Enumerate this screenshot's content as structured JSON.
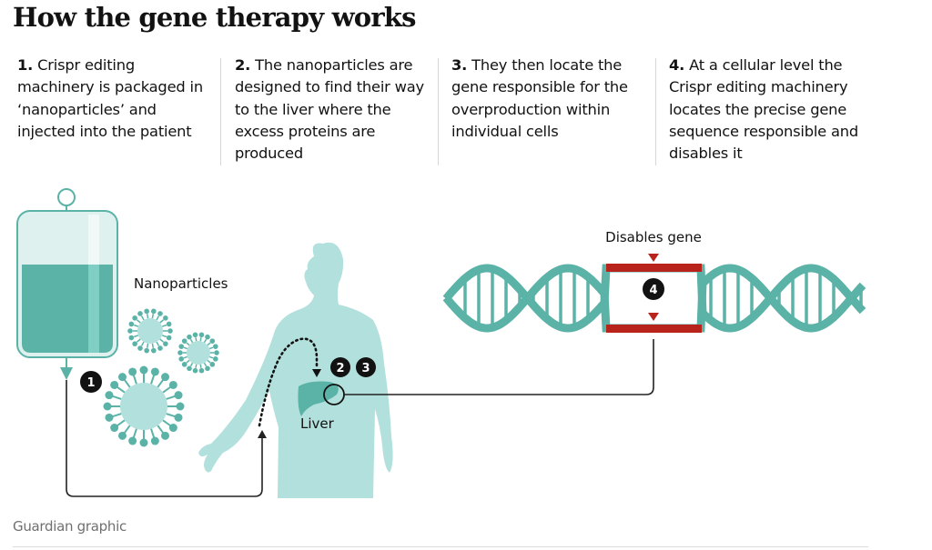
{
  "title": "How the gene therapy works",
  "steps": [
    {
      "num": "1.",
      "text": " Crispr editing machinery is packaged in ‘nanoparticles’ and injected into the patient"
    },
    {
      "num": "2.",
      "text": " The nanoparticles are designed to find their way to the liver where the excess proteins are produced"
    },
    {
      "num": "3.",
      "text": " They then locate the gene responsible for the overproduction within individual cells"
    },
    {
      "num": "4.",
      "text": " At a cellular level the Crispr editing machinery locates the precise gene sequence responsible and disables it"
    }
  ],
  "illustration": {
    "nanoparticles_label": "Nanoparticles",
    "liver_label": "Liver",
    "disables_gene_label": "Disables gene",
    "badges": [
      "1",
      "2",
      "3",
      "4"
    ],
    "icons": [
      "iv-bag-icon",
      "nanoparticle-icon",
      "human-body-icon",
      "liver-icon",
      "dna-helix-icon"
    ]
  },
  "colors": {
    "teal_dark": "#5bb3a8",
    "teal_light": "#b2e0dc",
    "teal_pale": "#dff1ef",
    "red": "#b8231b",
    "badge": "#121212"
  },
  "credit": "Guardian graphic"
}
